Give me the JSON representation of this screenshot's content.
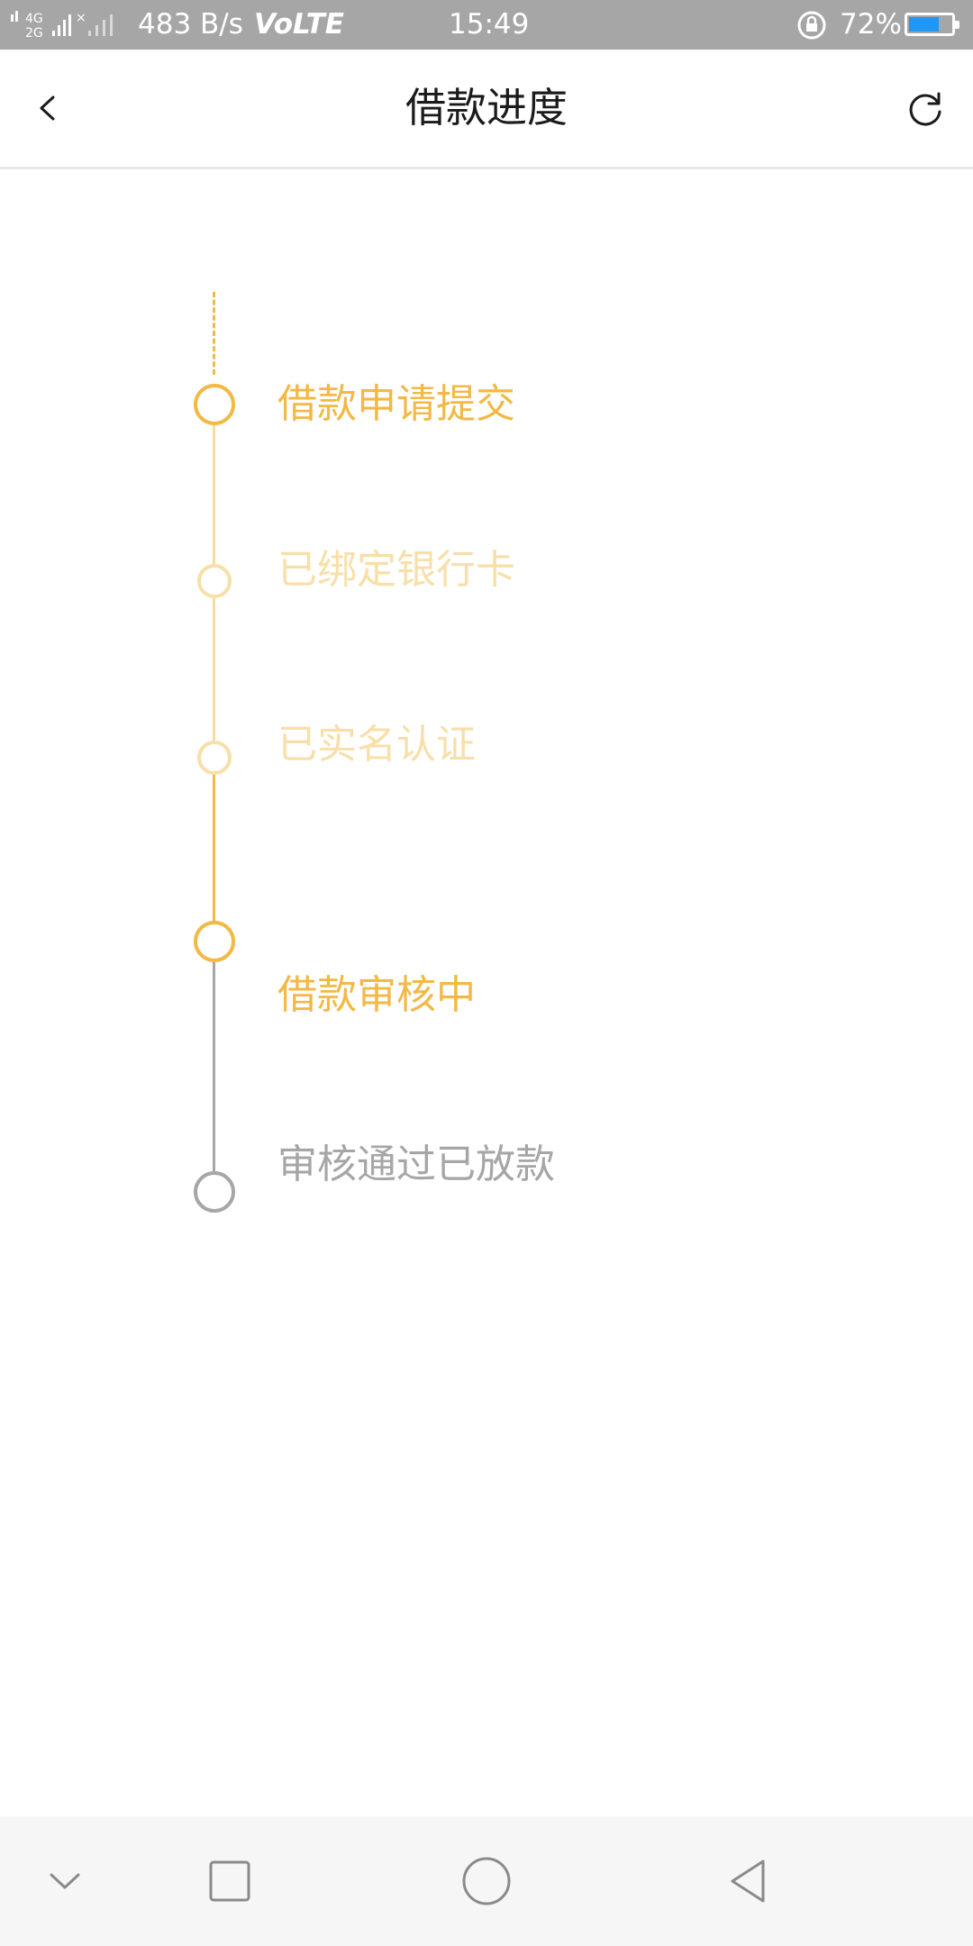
{
  "status_bar": {
    "network": "4G 2G",
    "speed": "483 B/s",
    "volte": "VoLTE",
    "time": "15:49",
    "battery_text": "72%",
    "battery_level": 0.72,
    "battery_color": "#2196f3"
  },
  "header": {
    "title": "借款进度",
    "back_icon": "chevron-left-icon",
    "refresh_icon": "refresh-icon"
  },
  "timeline": {
    "steps": [
      {
        "label": "借款申请提交",
        "state": "active"
      },
      {
        "label": "已绑定银行卡",
        "state": "faded"
      },
      {
        "label": "已实名认证",
        "state": "faded"
      },
      {
        "label": "借款审核中",
        "state": "active"
      },
      {
        "label": "审核通过已放款",
        "state": "pending"
      }
    ],
    "colors": {
      "active": "#f3b845",
      "faded": "#f8dfa9",
      "pending": "#a6a6a6",
      "line_faded": "#f8dba0"
    }
  },
  "nav_bar": {
    "buttons": [
      "chevron-down-icon",
      "recent-apps-icon",
      "home-icon",
      "back-triangle-icon"
    ]
  }
}
